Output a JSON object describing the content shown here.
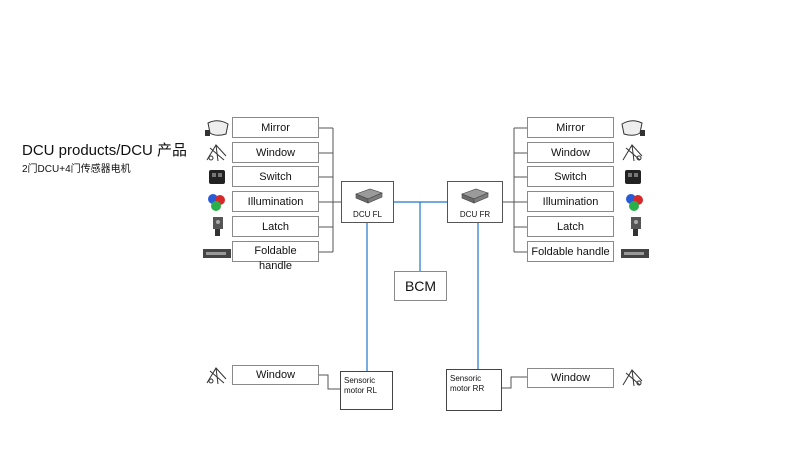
{
  "title": "DCU products/DCU 产品",
  "subtitle": "2门DCU+4门传感器电机",
  "left_items": [
    "Mirror",
    "Window",
    "Switch",
    "Illumination",
    "Latch",
    "Foldable handle"
  ],
  "right_items": [
    "Mirror",
    "Window",
    "Switch",
    "Illumination",
    "Latch",
    "Foldable handle"
  ],
  "dcu_fl": "DCU FL",
  "dcu_fr": "DCU FR",
  "bcm": "BCM",
  "rear_left": {
    "item": "Window",
    "motor": "Sensoric motor  RL"
  },
  "rear_right": {
    "item": "Window",
    "motor": "Sensoric motor RR"
  },
  "icons": [
    "mirror-icon",
    "window-regulator-icon",
    "switch-icon",
    "illumination-icon",
    "latch-icon",
    "handle-icon"
  ],
  "colors": {
    "bus_line": "#1f78c8",
    "wire": "#555555",
    "box_border": "#8a8a8a"
  }
}
